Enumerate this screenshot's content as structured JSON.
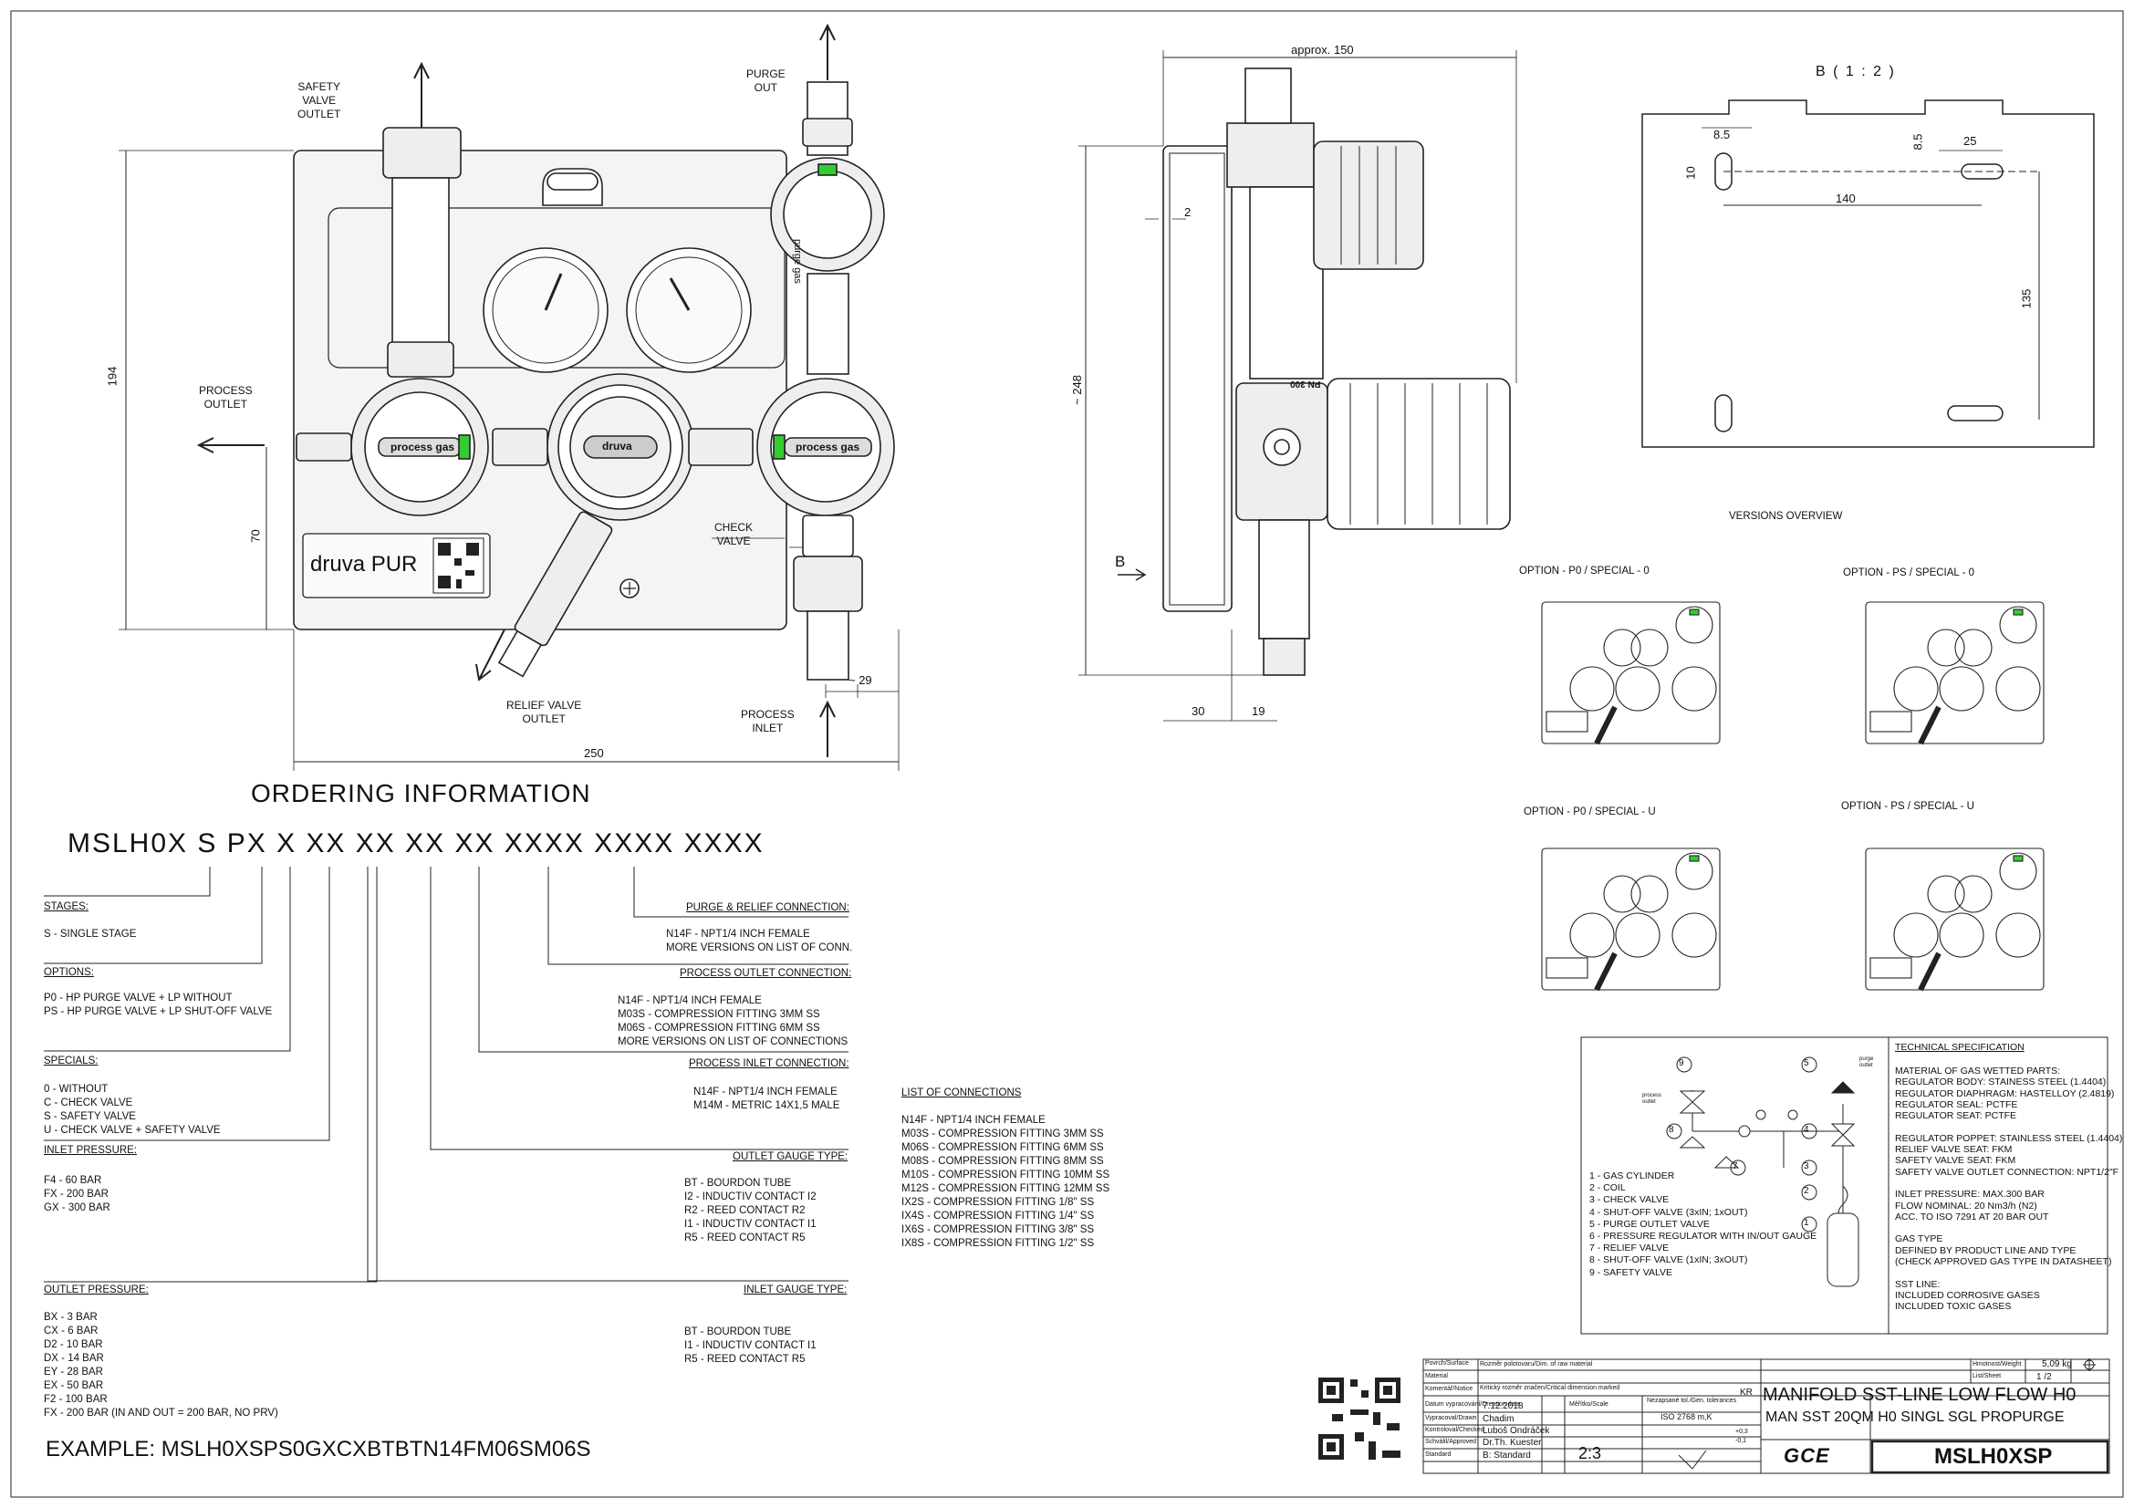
{
  "labels": {
    "safety_valve_outlet": "SAFETY\nVALVE\nOUTLET",
    "purge_out": "PURGE\nOUT",
    "process_outlet": "PROCESS\nOUTLET",
    "check_valve": "CHECK\nVALVE",
    "relief_valve_outlet": "RELIEF VALVE\nOUTLET",
    "process_inlet": "PROCESS\nINLET",
    "purge_gas": "purge gas",
    "process_gas_left": "process gas",
    "process_gas_right": "process gas",
    "brand_center": "druva",
    "brand_plate": "druva PUR",
    "b_marker": "B",
    "gauge_label": "PN 300",
    "versions_overview": "VERSIONS OVERVIEW",
    "view_b_title": "B ( 1 : 2 )"
  },
  "dims": {
    "d194": "194",
    "d70": "70",
    "d250": "250",
    "d29": "~ 29",
    "approx150": "approx. 150",
    "d2": "2",
    "d248": "~ 248",
    "d30": "30",
    "d19": "19",
    "b85a": "8.5",
    "b85b": "8.5",
    "b25": "25",
    "b10": "10",
    "b140": "140",
    "b135": "135"
  },
  "options": [
    {
      "title": "OPTION - P0 / SPECIAL - 0"
    },
    {
      "title": "OPTION - PS / SPECIAL - 0"
    },
    {
      "title": "OPTION - P0 / SPECIAL - U"
    },
    {
      "title": "OPTION - PS / SPECIAL - U"
    }
  ],
  "ordering": {
    "title": "ORDERING INFORMATION",
    "code": "MSLH0X S PX X XX XX XX XX XXXX XXXX XXXX",
    "example": "EXAMPLE: MSLH0XSPS0GXCXBTBTN14FM06SM06S",
    "left_sections": [
      {
        "title": "STAGES:",
        "lines": [
          "S - SINGLE STAGE"
        ]
      },
      {
        "title": "OPTIONS:",
        "lines": [
          "P0 - HP PURGE VALVE + LP WITHOUT",
          "PS - HP PURGE VALVE + LP SHUT-OFF VALVE"
        ]
      },
      {
        "title": "SPECIALS:",
        "lines": [
          "0 - WITHOUT",
          "C - CHECK VALVE",
          "S - SAFETY VALVE",
          "U - CHECK VALVE + SAFETY VALVE"
        ]
      },
      {
        "title": "INLET PRESSURE:",
        "lines": [
          "F4 - 60 BAR",
          "FX - 200 BAR",
          "GX - 300 BAR"
        ]
      },
      {
        "title": "OUTLET PRESSURE:",
        "lines": [
          "BX - 3 BAR",
          "CX - 6 BAR",
          "D2 - 10 BAR",
          "DX - 14 BAR",
          "EY - 28 BAR",
          "EX - 50 BAR",
          "F2 - 100 BAR",
          "FX - 200 BAR (IN AND OUT = 200 BAR, NO PRV)"
        ]
      }
    ],
    "right_sections": [
      {
        "title": "PURGE & RELIEF CONNECTION:",
        "lines": [
          "N14F - NPT1/4 INCH FEMALE",
          "MORE VERSIONS ON LIST OF CONN."
        ]
      },
      {
        "title": "PROCESS OUTLET CONNECTION:",
        "lines": [
          "N14F - NPT1/4 INCH FEMALE",
          "M03S - COMPRESSION FITTING 3MM SS",
          "M06S - COMPRESSION FITTING 6MM SS",
          "MORE VERSIONS ON LIST OF CONNECTIONS"
        ]
      },
      {
        "title": "PROCESS INLET CONNECTION:",
        "lines": [
          "N14F - NPT1/4 INCH FEMALE",
          "M14M - METRIC 14X1,5 MALE"
        ]
      },
      {
        "title": "OUTLET GAUGE TYPE:",
        "lines": [
          "BT - BOURDON TUBE",
          "I2 - INDUCTIV CONTACT I2",
          "R2 - REED CONTACT R2",
          "I1 - INDUCTIV CONTACT I1",
          "R5 - REED CONTACT R5"
        ]
      },
      {
        "title": "INLET GAUGE TYPE:",
        "lines": [
          "BT - BOURDON TUBE",
          "I1 - INDUCTIV CONTACT I1",
          "R5 - REED CONTACT R5"
        ]
      }
    ],
    "connections": {
      "title": "LIST OF CONNECTIONS",
      "lines": [
        "N14F - NPT1/4 INCH FEMALE",
        "M03S - COMPRESSION FITTING 3MM SS",
        "M06S - COMPRESSION FITTING 6MM SS",
        "M08S - COMPRESSION FITTING 8MM SS",
        "M10S - COMPRESSION FITTING 10MM SS",
        "M12S - COMPRESSION FITTING 12MM SS",
        "IX2S - COMPRESSION FITTING 1/8\" SS",
        "IX4S - COMPRESSION FITTING 1/4\" SS",
        "IX6S - COMPRESSION FITTING 3/8\" SS",
        "IX8S - COMPRESSION FITTING 1/2\" SS"
      ]
    }
  },
  "schematic": {
    "legend": [
      "1 - GAS CYLINDER",
      "2 - COIL",
      "3 - CHECK VALVE",
      "4 - SHUT-OFF VALVE (3xIN; 1xOUT)",
      "5 - PURGE OUTLET VALVE",
      "6 - PRESSURE REGULATOR WITH IN/OUT GAUGE",
      "7 - RELIEF VALVE",
      "8 - SHUT-OFF VALVE (1xIN; 3xOUT)",
      "9 - SAFETY VALVE"
    ],
    "numbers": [
      "9",
      "5",
      "8",
      "4",
      "7",
      "3",
      "2",
      "1"
    ],
    "left_tag": "process\noutlet",
    "right_tag": "purge\noutlet"
  },
  "tech_spec": {
    "title": "TECHNICAL SPECIFICATION",
    "lines": [
      "MATERIAL OF GAS WETTED PARTS:",
      "REGULATOR BODY: STAINESS STEEL (1.4404)",
      "REGULATOR DIAPHRAGM: HASTELLOY (2.4819)",
      "REGULATOR SEAL: PCTFE",
      "REGULATOR SEAT: PCTFE",
      "",
      "REGULATOR POPPET: STAINLESS STEEL (1.4404)",
      "RELIEF VALVE SEAT: FKM",
      "SAFETY VALVE SEAT: FKM",
      "SAFETY VALVE OUTLET CONNECTION: NPT1/2\"F",
      "",
      "INLET PRESSURE: MAX.300 BAR",
      "FLOW NOMINAL: 20 Nm3/h (N2)",
      "ACC. TO ISO 7291 AT 20 BAR OUT",
      "",
      "GAS TYPE",
      "DEFINED BY PRODUCT LINE AND TYPE",
      "(CHECK APPROVED GAS TYPE IN DATASHEET)",
      "",
      "SST LINE:",
      "INCLUDED CORROSIVE GASES",
      "INCLUDED TOXIC GASES"
    ]
  },
  "title_block": {
    "weight": "5,09 kg",
    "sheet": "1 /2",
    "date": "7.12.2018",
    "drawn": "Chadim",
    "checked": "Luboš Ondráček",
    "approved": "Dr.Th. Kuester",
    "standard": "B: Standard",
    "scale": "2:3",
    "tolerance_std": "ISO 2768 m,K",
    "kr": "KR",
    "tol_plus": "+0,3",
    "tol_minus": "-0,1",
    "title1": "MANIFOLD SST-LINE LOW FLOW H0",
    "title2": "MAN SST 20QM H0 SINGL SGL PROPURGE",
    "logo": "GCE",
    "part_no": "MSLH0XSP",
    "captions": [
      "Povrch/Surface",
      "Material",
      "Komentář/Notice",
      "Datum vypracování/Creation date",
      "Vypracoval/Drawn",
      "Kontroloval/Checked",
      "Schválil/Approved",
      "Standard",
      "Měřítko/Scale",
      "Rozměr polotovaru/Dim. of raw material",
      "Kritický rozměr značen/Critical dimension marked",
      "Nezapsané tol./Gen. tolerances",
      "Hmotnost/Weight",
      "List/Sheet"
    ]
  }
}
